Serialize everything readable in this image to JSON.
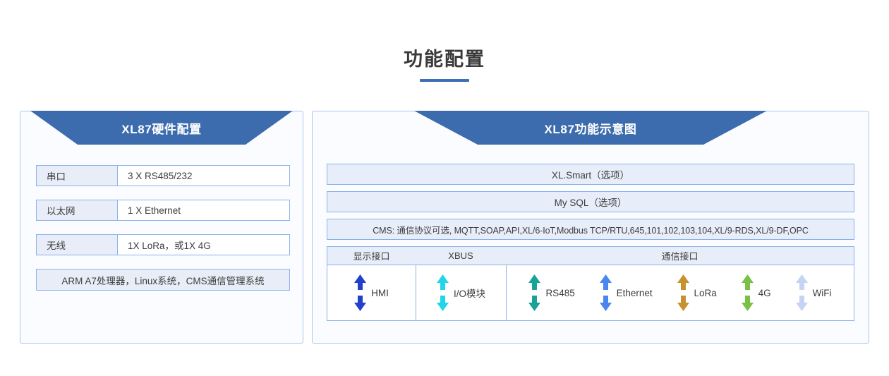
{
  "header": {
    "title": "功能配置",
    "accent_color": "#3f6fb5"
  },
  "left_panel": {
    "banner_title": "XL87硬件配置",
    "rows": [
      {
        "key": "串口",
        "value": "3 X RS485/232"
      },
      {
        "key": "以太网",
        "value": "1 X Ethernet"
      },
      {
        "key": "无线",
        "value": "1X LoRa，或1X 4G"
      }
    ],
    "footer": "ARM A7处理器，Linux系统，CMS通信管理系统"
  },
  "right_panel": {
    "banner_title": "XL87功能示意图",
    "bars": [
      {
        "label": "XL.Smart（选项）"
      },
      {
        "label": "My SQL（选项）"
      },
      {
        "label": "CMS: 通信协议可选, MQTT,SOAP,API,XL/6-IoT,Modbus TCP/RTU,645,101,102,103,104,XL/9-RDS,XL/9-DF,OPC"
      }
    ],
    "interface_table": {
      "headers": [
        "显示接口",
        "XBUS",
        "通信接口"
      ],
      "display_ports": [
        {
          "label": "HMI",
          "color": "#2240cc",
          "icon": "bidirectional-arrow-icon"
        }
      ],
      "xbus_ports": [
        {
          "label": "I/O模块",
          "color": "#20d6e8",
          "icon": "bidirectional-arrow-icon"
        }
      ],
      "comm_ports": [
        {
          "label": "RS485",
          "color": "#17a398",
          "icon": "bidirectional-arrow-icon"
        },
        {
          "label": "Ethernet",
          "color": "#4a86f0",
          "icon": "bidirectional-arrow-icon"
        },
        {
          "label": "LoRa",
          "color": "#c8912f",
          "icon": "bidirectional-arrow-icon"
        },
        {
          "label": "4G",
          "color": "#78c046",
          "icon": "bidirectional-arrow-icon"
        },
        {
          "label": "WiFi",
          "color": "#c5d4f5",
          "icon": "bidirectional-arrow-icon"
        }
      ]
    }
  }
}
